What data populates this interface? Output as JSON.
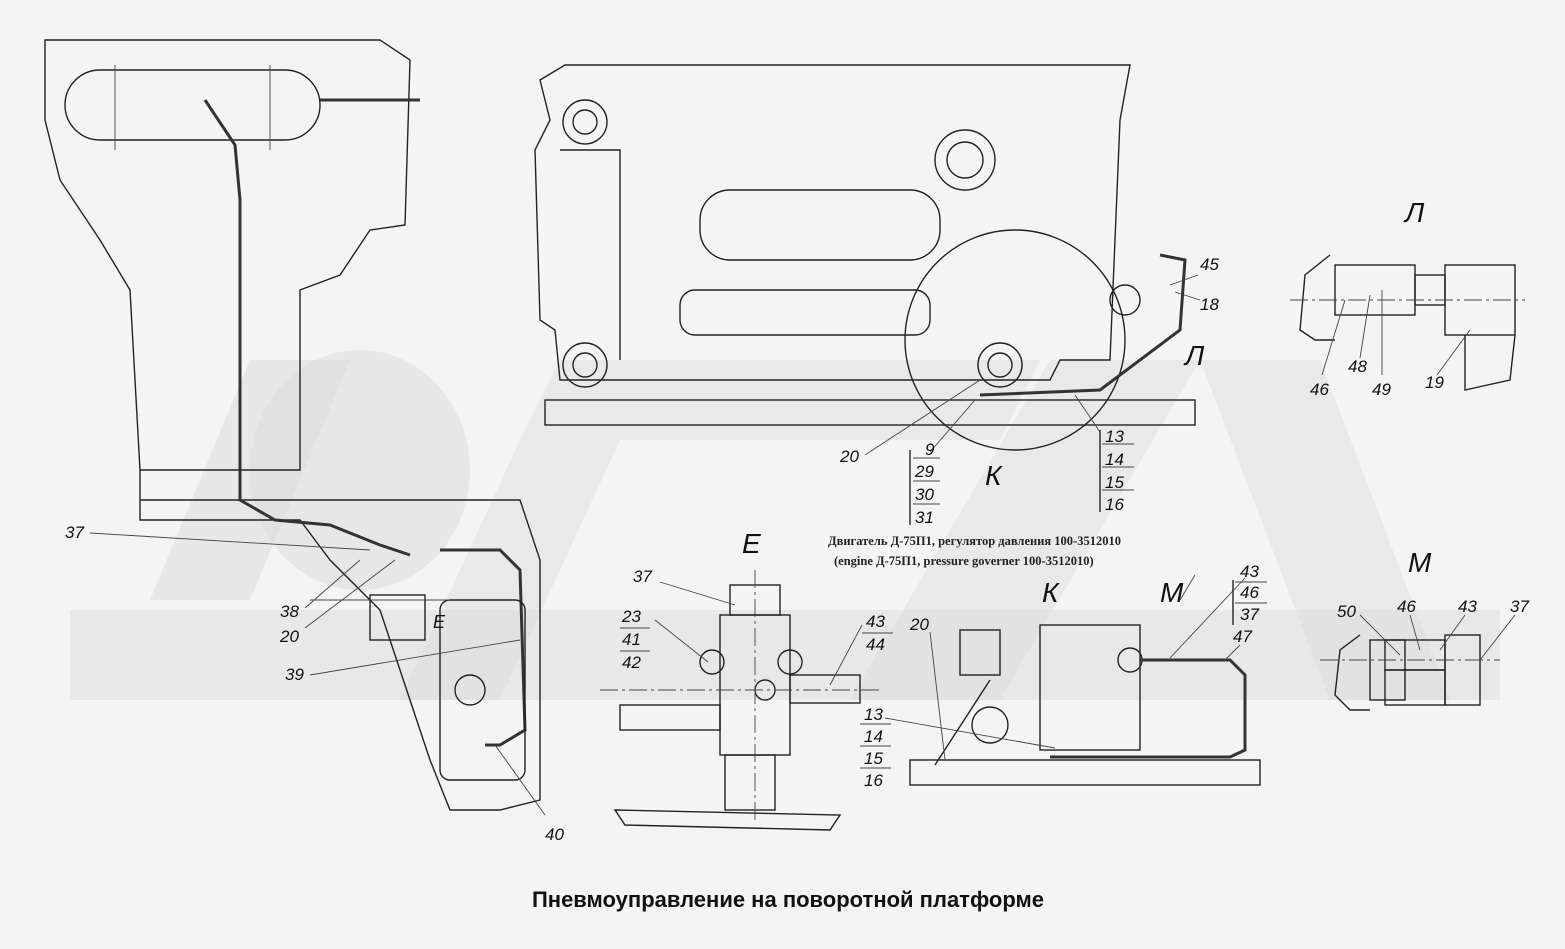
{
  "title": "Пневмоуправление на поворотной платформе",
  "engine_note": {
    "line1": "Двигатель Д-75П1, регулятор давления 100-3512010",
    "line2": "(engine Д-75П1, pressure governer 100-3512010)"
  },
  "view_labels": {
    "L_top": "Л",
    "L_small": "Л",
    "K_small": "К",
    "E": "Е",
    "K": "К",
    "M_small": "М",
    "M": "М",
    "E_small": "Е"
  },
  "labels": {
    "n45": "45",
    "n18": "18",
    "n46a": "46",
    "n48": "48",
    "n49": "49",
    "n19": "19",
    "n20a": "20",
    "n9": "9",
    "n29": "29",
    "n30": "30",
    "n31": "31",
    "n13a": "13",
    "n14a": "14",
    "n15a": "15",
    "n16a": "16",
    "n37a": "37",
    "n38": "38",
    "n20b": "20",
    "n39": "39",
    "n40": "40",
    "n37b": "37",
    "n23": "23",
    "n41": "41",
    "n42": "42",
    "n43a": "43",
    "n44": "44",
    "n13b": "13",
    "n14b": "14",
    "n15b": "15",
    "n16b": "16",
    "n20c": "20",
    "n43b": "43",
    "n46b": "46",
    "n37c": "37",
    "n47": "47",
    "n50": "50",
    "n46c": "46",
    "n43c": "43",
    "n37d": "37"
  },
  "colors": {
    "line": "#222222",
    "watermark": "#dcdcdc",
    "background": "#f4f4f4"
  }
}
